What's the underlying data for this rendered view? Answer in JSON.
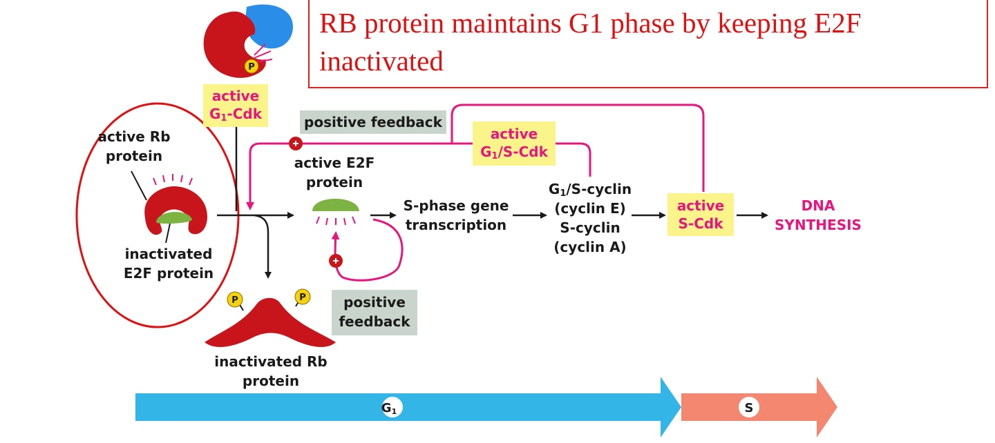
{
  "title": {
    "line1": "RB protein maintains G1 phase by keeping E2F",
    "line2": "inactivated"
  },
  "labels": {
    "active_g1_cdk": [
      "active",
      "G",
      "1",
      "-Cdk"
    ],
    "positive_feedback_top": "positive feedback",
    "active_rb_protein": [
      "active Rb",
      "protein"
    ],
    "active_e2f_protein": [
      "active E2F",
      "protein"
    ],
    "active_g1s_cdk": [
      "active",
      "G",
      "1",
      "/S-Cdk"
    ],
    "s_phase_gene_transcription": [
      "S-phase gene",
      "transcription"
    ],
    "cyclins": [
      "G",
      "1",
      "/S-cyclin",
      "(cyclin E)",
      "S-cyclin",
      "(cyclin A)"
    ],
    "active_s_cdk": [
      "active",
      "S-Cdk"
    ],
    "dna_synthesis": [
      "DNA",
      "SYNTHESIS"
    ],
    "inactivated_e2f_protein": [
      "inactivated",
      "E2F protein"
    ],
    "positive_feedback_bottom": [
      "positive",
      "feedback"
    ],
    "inactivated_rb_protein": [
      "inactivated Rb",
      "protein"
    ],
    "phosphate": "P",
    "g1_phase": [
      "G",
      "1"
    ],
    "s_phase": "S"
  },
  "colors": {
    "title_red": "#e01010",
    "magenta": "#e8157e",
    "rb_red": "#c8151b",
    "e2f_green": "#7cb342",
    "cdk_blue": "#2a8ee8",
    "highlight_yellow": "#fbf48a",
    "note_gray": "#c9d5cc",
    "g1_arrow": "#34b5e8",
    "s_arrow": "#f48770"
  }
}
